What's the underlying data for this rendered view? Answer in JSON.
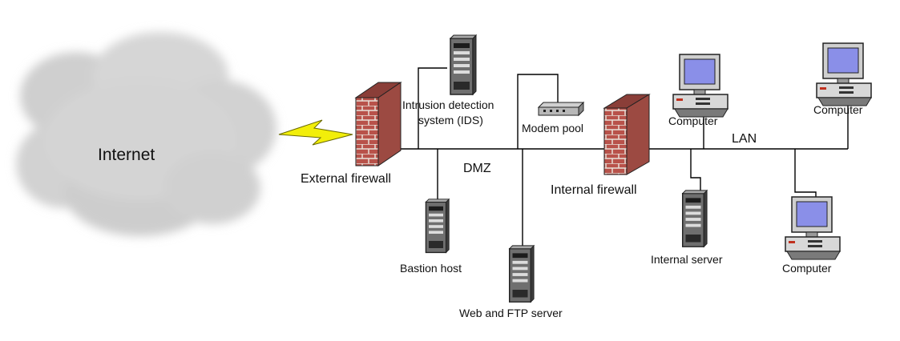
{
  "labels": {
    "internet": "Internet",
    "external_firewall": "External firewall",
    "internal_firewall": "Internal firewall",
    "dmz": "DMZ",
    "lan": "LAN",
    "ids_line1": "Intrusion detection",
    "ids_line2": "system (IDS)",
    "modem_pool": "Modem pool",
    "bastion_host": "Bastion host",
    "web_ftp_server": "Web and FTP server",
    "internal_server": "Internal server",
    "computer_top_left": "Computer",
    "computer_top_right": "Computer",
    "computer_bottom_right": "Computer"
  },
  "colors": {
    "brick": "#b8524a",
    "mortar": "#e8e0d8",
    "lightning": "#f2ee0a",
    "cloud": "#d4d4d4",
    "tower": "#6a6a6a",
    "monitor_screen": "#8a8fe8",
    "line": "#000000"
  },
  "icons": [
    "cloud-icon",
    "lightning-icon",
    "firewall-icon",
    "server-tower-icon",
    "modem-icon",
    "computer-icon"
  ]
}
